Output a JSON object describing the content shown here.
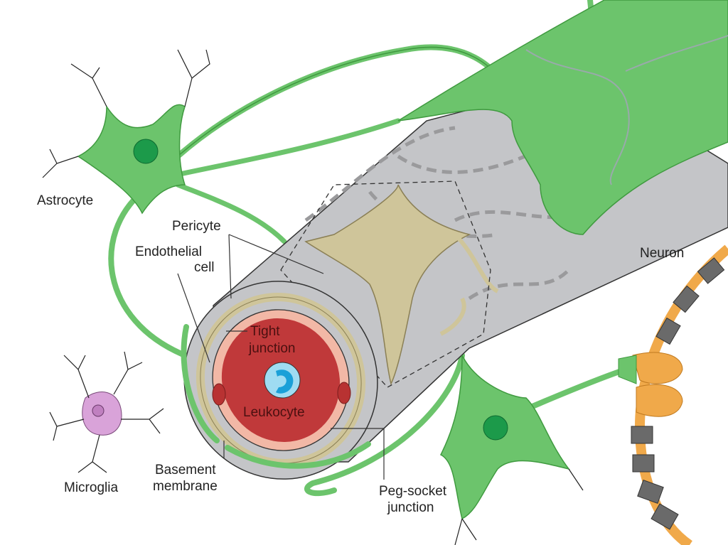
{
  "labels": {
    "astrocyte": "Astrocyte",
    "pericyte": "Pericyte",
    "endothelial_1": "Endothelial",
    "endothelial_2": "cell",
    "tight_1": "Tight",
    "tight_2": "junction",
    "leukocyte": "Leukocyte",
    "neuron": "Neuron",
    "microglia": "Microglia",
    "basement_1": "Basement",
    "basement_2": "membrane",
    "peg_1": "Peg-socket",
    "peg_2": "junction"
  },
  "colors": {
    "astrocyte": "#6cc46c",
    "astrocyte_outline": "#3f9a3f",
    "vessel": "#c4c5c8",
    "lumen": "#c0393a",
    "endothelium": "#f2b8a6",
    "pericyte": "#cfc59a",
    "leukocyte": "#9fdcf2",
    "leukocyte_nucleus": "#1aa0d8",
    "microglia": "#d9a3d9",
    "neuron_axon": "#f0a94a",
    "myelin": "#6a6a6a"
  }
}
